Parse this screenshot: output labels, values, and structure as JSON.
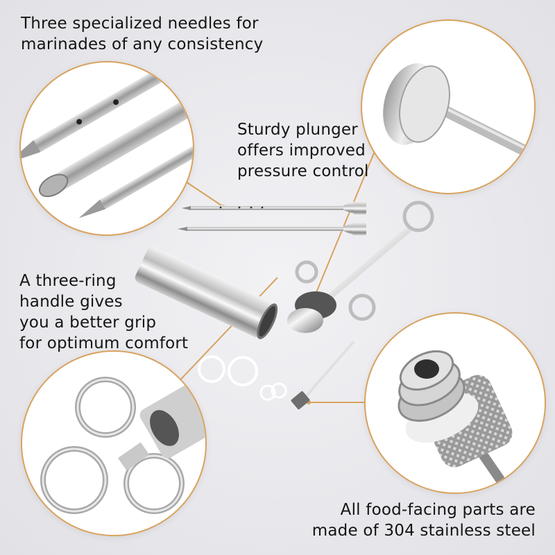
{
  "image": {
    "type": "product-feature-infographic",
    "product": "stainless steel meat injector kit",
    "background_color": "#e6e6ea",
    "accent_color": "#d9a25e",
    "text_color": "#141414"
  },
  "callouts": [
    {
      "id": "needles",
      "lines": [
        "Three specialized needles for",
        "marinades of any consistency"
      ],
      "detail": "three-needle-tips"
    },
    {
      "id": "plunger",
      "lines": [
        "Sturdy plunger",
        "offers improved",
        "pressure control"
      ],
      "detail": "plunger-head"
    },
    {
      "id": "handle",
      "lines": [
        "A three-ring",
        "handle gives",
        "you a better grip",
        "for optimum comfort"
      ],
      "detail": "three-ring-handle"
    },
    {
      "id": "material",
      "lines": [
        "All food-facing parts are",
        "made of 304 stainless steel"
      ],
      "detail": "threaded-needle-base"
    }
  ],
  "kit_parts": [
    "perforated needle",
    "angled-tip needle",
    "barrel",
    "plunger with three-ring handle",
    "silicone O-rings",
    "thin needle"
  ]
}
